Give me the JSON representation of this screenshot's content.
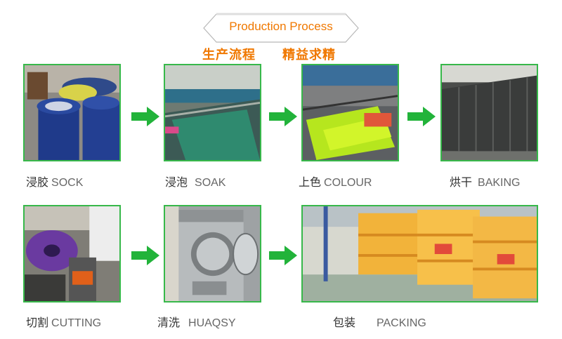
{
  "header": {
    "title": "Production Process",
    "subtitle_left": "生产流程",
    "subtitle_right": "精益求精"
  },
  "steps": [
    {
      "cn": "浸胶",
      "en": "SOCK"
    },
    {
      "cn": "浸泡",
      "en": "SOAK"
    },
    {
      "cn": "上色",
      "en": "COLOUR"
    },
    {
      "cn": "烘干",
      "en": "BAKING"
    },
    {
      "cn": "切割",
      "en": "CUTTING"
    },
    {
      "cn": "清洗",
      "en": "HUAQSY"
    },
    {
      "cn": "包装",
      "en": "PACKING"
    }
  ],
  "icons": {
    "arrow": "right-arrow-icon",
    "banner": "hexagon-banner-icon"
  },
  "colors": {
    "accent": "#f07800",
    "frame": "#37b84a",
    "arrow": "#22b33a"
  }
}
